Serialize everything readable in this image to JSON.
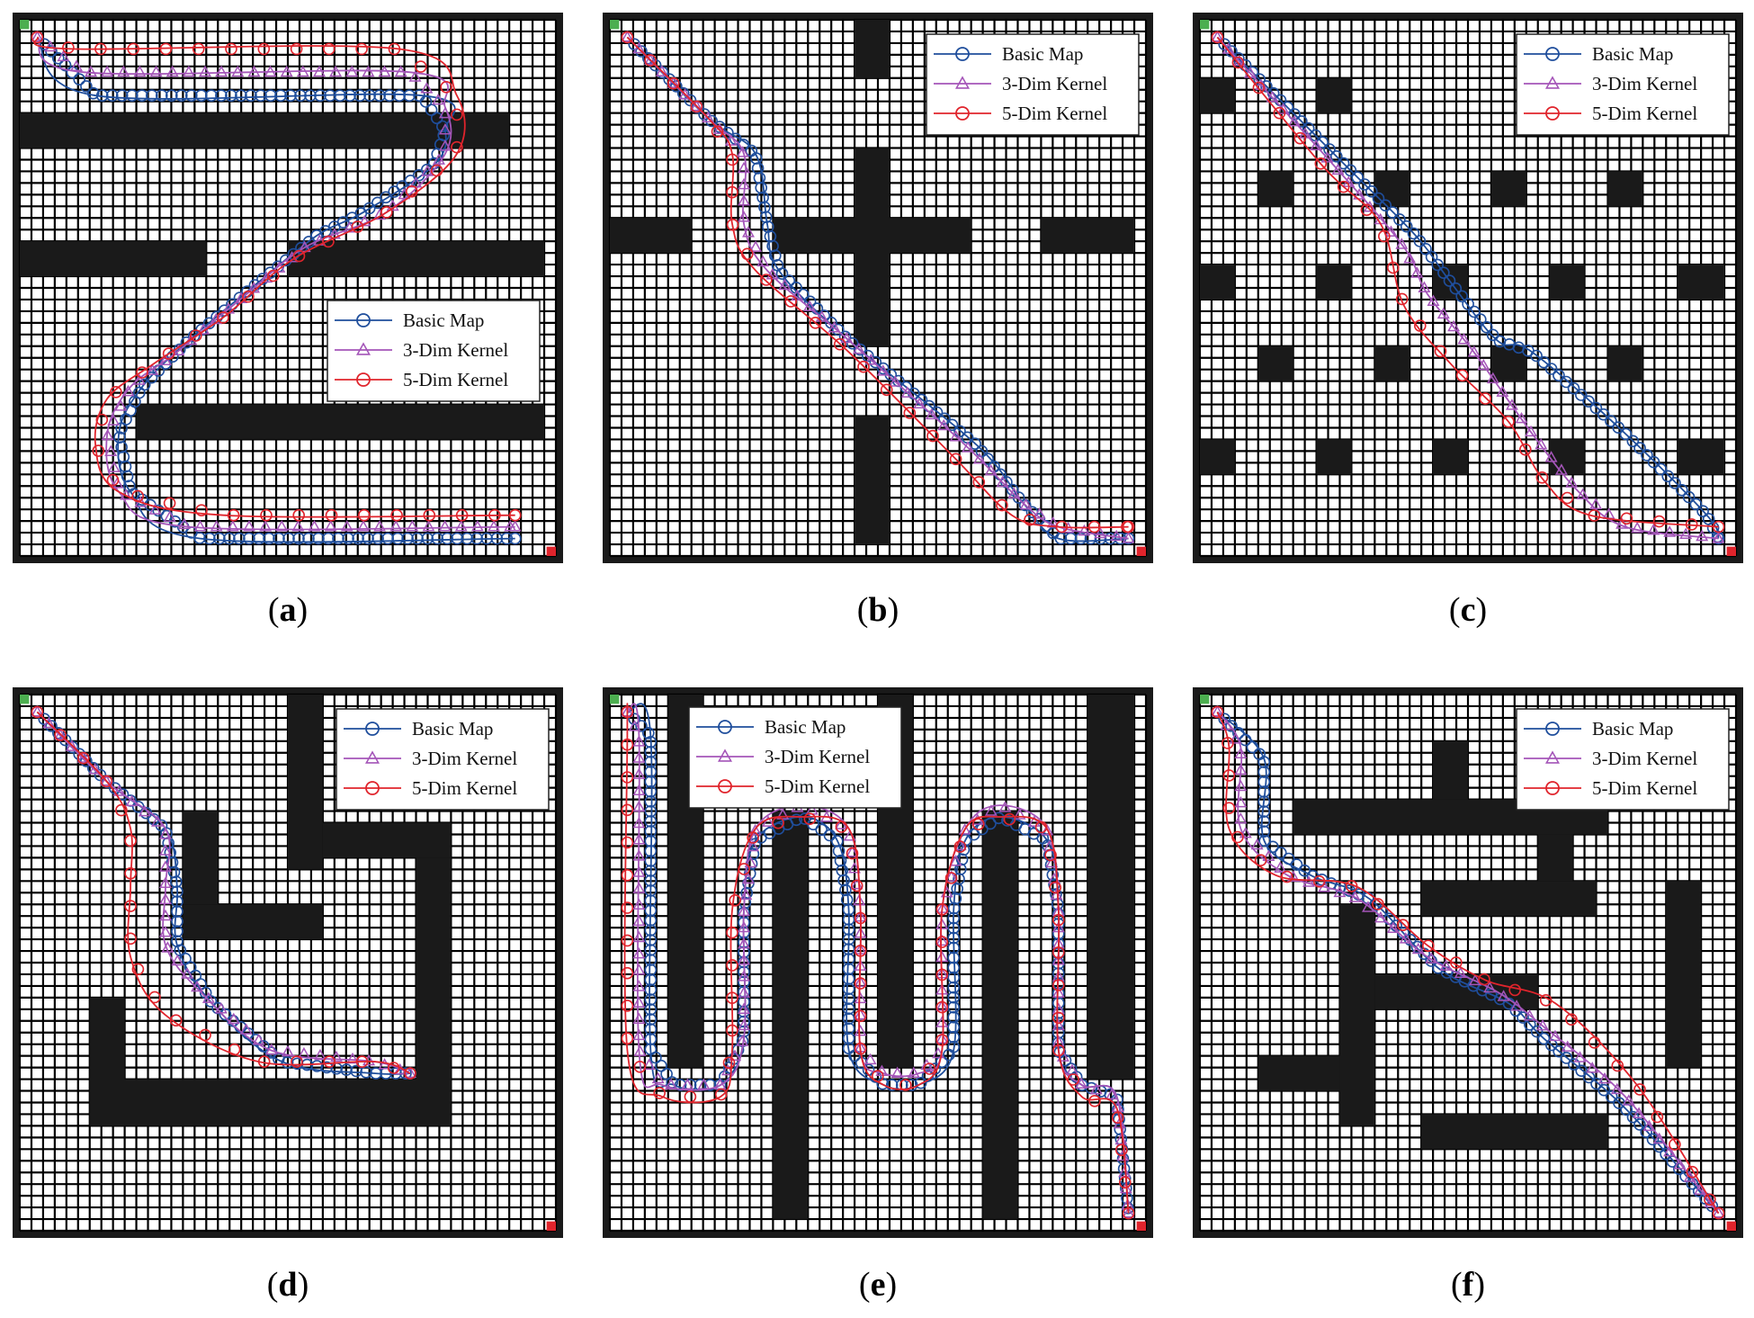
{
  "legend": [
    "Basic Map",
    "3-Dim Kernel",
    "5-Dim Kernel"
  ],
  "colors": {
    "basic": "#1f4e9c",
    "k3": "#a455b8",
    "k5": "#e0242c",
    "obstacle": "#1a1a1a",
    "grid": "#000000",
    "start": "#4caf50",
    "goal": "#e0242c"
  },
  "panels": [
    {
      "label": "a",
      "obstacles": [
        [
          0,
          8,
          42,
          11
        ],
        [
          0,
          19,
          16,
          22
        ],
        [
          23,
          19,
          45,
          22
        ],
        [
          10,
          33,
          45,
          36
        ]
      ],
      "basic": [
        [
          1,
          1
        ],
        [
          6,
          6
        ],
        [
          34,
          6
        ],
        [
          36,
          9
        ],
        [
          35,
          12
        ],
        [
          29,
          16
        ],
        [
          25,
          18
        ],
        [
          20,
          22
        ],
        [
          14,
          27
        ],
        [
          10,
          31
        ],
        [
          8,
          35
        ],
        [
          9,
          40
        ],
        [
          15,
          44
        ],
        [
          42,
          44
        ]
      ],
      "k3": [
        [
          1,
          1
        ],
        [
          5,
          4
        ],
        [
          33,
          4
        ],
        [
          36,
          7
        ],
        [
          36,
          11
        ],
        [
          31,
          16
        ],
        [
          24,
          19
        ],
        [
          19,
          23
        ],
        [
          13,
          28
        ],
        [
          9,
          31
        ],
        [
          7,
          35
        ],
        [
          8,
          40
        ],
        [
          14,
          43
        ],
        [
          42,
          43
        ]
      ],
      "k5": [
        [
          1,
          1
        ],
        [
          4,
          2
        ],
        [
          32,
          2
        ],
        [
          37,
          6
        ],
        [
          37,
          11
        ],
        [
          31,
          16
        ],
        [
          23,
          20
        ],
        [
          17,
          25
        ],
        [
          11,
          29
        ],
        [
          7,
          32
        ],
        [
          6,
          36
        ],
        [
          8,
          40
        ],
        [
          17,
          42
        ],
        [
          42,
          42
        ]
      ],
      "legend_pos": "middle-right"
    },
    {
      "label": "b",
      "obstacles": [
        [
          21,
          0,
          24,
          5
        ],
        [
          21,
          11,
          24,
          28
        ],
        [
          0,
          17,
          7,
          20
        ],
        [
          14,
          17,
          31,
          20
        ],
        [
          37,
          17,
          45,
          20
        ],
        [
          21,
          34,
          24,
          45
        ]
      ],
      "basic": [
        [
          1,
          1
        ],
        [
          8,
          8
        ],
        [
          12,
          11
        ],
        [
          13,
          17
        ],
        [
          14,
          21
        ],
        [
          20,
          27
        ],
        [
          31,
          36
        ],
        [
          35,
          41
        ],
        [
          38,
          44
        ],
        [
          44,
          44
        ]
      ],
      "k3": [
        [
          1,
          1
        ],
        [
          8,
          8
        ],
        [
          11,
          11
        ],
        [
          11,
          17
        ],
        [
          13,
          21
        ],
        [
          20,
          27
        ],
        [
          30,
          36
        ],
        [
          35,
          41
        ],
        [
          38,
          43
        ],
        [
          44,
          44
        ]
      ],
      "k5": [
        [
          1,
          1
        ],
        [
          8,
          8
        ],
        [
          10,
          11
        ],
        [
          10,
          17
        ],
        [
          12,
          21
        ],
        [
          20,
          28
        ],
        [
          29,
          37
        ],
        [
          34,
          42
        ],
        [
          38,
          43
        ],
        [
          44,
          43
        ]
      ],
      "legend_pos": "top-right"
    },
    {
      "label": "c",
      "obstacles": [
        [
          0,
          5,
          3,
          8
        ],
        [
          10,
          5,
          13,
          8
        ],
        [
          41,
          5,
          45,
          8
        ],
        [
          5,
          13,
          8,
          16
        ],
        [
          15,
          13,
          18,
          16
        ],
        [
          25,
          13,
          28,
          16
        ],
        [
          35,
          13,
          38,
          16
        ],
        [
          0,
          21,
          3,
          24
        ],
        [
          10,
          21,
          13,
          24
        ],
        [
          20,
          21,
          23,
          24
        ],
        [
          30,
          21,
          33,
          24
        ],
        [
          41,
          21,
          45,
          24
        ],
        [
          5,
          28,
          8,
          31
        ],
        [
          15,
          28,
          18,
          31
        ],
        [
          25,
          28,
          28,
          31
        ],
        [
          35,
          28,
          38,
          31
        ],
        [
          0,
          36,
          3,
          39
        ],
        [
          10,
          36,
          13,
          39
        ],
        [
          20,
          36,
          23,
          39
        ],
        [
          30,
          36,
          33,
          39
        ],
        [
          41,
          36,
          45,
          39
        ]
      ],
      "basic": [
        [
          1,
          1
        ],
        [
          12,
          12
        ],
        [
          18,
          18
        ],
        [
          21,
          22
        ],
        [
          25,
          27
        ],
        [
          28,
          28
        ],
        [
          36,
          35
        ],
        [
          43,
          42
        ],
        [
          44,
          44
        ]
      ],
      "k3": [
        [
          1,
          1
        ],
        [
          11,
          12
        ],
        [
          17,
          19
        ],
        [
          19,
          23
        ],
        [
          23,
          28
        ],
        [
          28,
          35
        ],
        [
          32,
          40
        ],
        [
          36,
          43
        ],
        [
          44,
          44
        ]
      ],
      "k5": [
        [
          1,
          1
        ],
        [
          10,
          12
        ],
        [
          15,
          17
        ],
        [
          17,
          24
        ],
        [
          21,
          29
        ],
        [
          26,
          34
        ],
        [
          29,
          39
        ],
        [
          33,
          42
        ],
        [
          44,
          43
        ]
      ],
      "legend_pos": "top-right"
    },
    {
      "label": "d",
      "obstacles": [
        [
          23,
          0,
          26,
          15
        ],
        [
          14,
          10,
          17,
          18
        ],
        [
          14,
          18,
          26,
          21
        ],
        [
          26,
          11,
          37,
          14
        ],
        [
          34,
          14,
          37,
          37
        ],
        [
          6,
          26,
          9,
          37
        ],
        [
          6,
          33,
          37,
          37
        ]
      ],
      "basic": [
        [
          1,
          1
        ],
        [
          7,
          7
        ],
        [
          12,
          11
        ],
        [
          13,
          16
        ],
        [
          13,
          21
        ],
        [
          16,
          26
        ],
        [
          22,
          31
        ],
        [
          30,
          32
        ],
        [
          33,
          32
        ]
      ],
      "k3": [
        [
          1,
          1
        ],
        [
          7,
          7
        ],
        [
          12,
          11
        ],
        [
          12,
          16
        ],
        [
          12,
          21
        ],
        [
          15,
          25
        ],
        [
          21,
          30
        ],
        [
          30,
          31
        ],
        [
          33,
          32
        ]
      ],
      "k5": [
        [
          1,
          1
        ],
        [
          7,
          7
        ],
        [
          9,
          11
        ],
        [
          9,
          16
        ],
        [
          9,
          22
        ],
        [
          12,
          27
        ],
        [
          20,
          31
        ],
        [
          30,
          31
        ],
        [
          33,
          32
        ]
      ],
      "legend_pos": "top-right"
    },
    {
      "label": "e",
      "obstacles": [
        [
          5,
          0,
          8,
          32
        ],
        [
          14,
          10,
          17,
          45
        ],
        [
          23,
          0,
          26,
          32
        ],
        [
          32,
          10,
          35,
          45
        ],
        [
          41,
          0,
          45,
          33
        ]
      ],
      "basic": [
        [
          1,
          1
        ],
        [
          3,
          3
        ],
        [
          3,
          30
        ],
        [
          5,
          33
        ],
        [
          9,
          33
        ],
        [
          11,
          29
        ],
        [
          11,
          18
        ],
        [
          12,
          12
        ],
        [
          16,
          10
        ],
        [
          19,
          12
        ],
        [
          20,
          18
        ],
        [
          20,
          30
        ],
        [
          23,
          33
        ],
        [
          26,
          33
        ],
        [
          29,
          30
        ],
        [
          29,
          18
        ],
        [
          30,
          12
        ],
        [
          33,
          10
        ],
        [
          37,
          12
        ],
        [
          38,
          18
        ],
        [
          38,
          30
        ],
        [
          40,
          33
        ],
        [
          43,
          34
        ],
        [
          44,
          44
        ]
      ],
      "k3": [
        [
          1,
          1
        ],
        [
          2,
          3
        ],
        [
          2,
          30
        ],
        [
          4,
          33
        ],
        [
          9,
          33
        ],
        [
          11,
          29
        ],
        [
          11,
          18
        ],
        [
          12,
          11
        ],
        [
          16,
          9
        ],
        [
          20,
          11
        ],
        [
          21,
          18
        ],
        [
          21,
          30
        ],
        [
          23,
          32
        ],
        [
          26,
          32
        ],
        [
          28,
          30
        ],
        [
          28,
          18
        ],
        [
          30,
          11
        ],
        [
          33,
          9
        ],
        [
          37,
          11
        ],
        [
          38,
          18
        ],
        [
          38,
          30
        ],
        [
          40,
          33
        ],
        [
          43,
          34
        ],
        [
          44,
          44
        ]
      ],
      "k5": [
        [
          1,
          1
        ],
        [
          1,
          3
        ],
        [
          1,
          30
        ],
        [
          4,
          34
        ],
        [
          9,
          34
        ],
        [
          10,
          30
        ],
        [
          10,
          18
        ],
        [
          12,
          11
        ],
        [
          16,
          10
        ],
        [
          20,
          11
        ],
        [
          21,
          18
        ],
        [
          21,
          30
        ],
        [
          23,
          33
        ],
        [
          26,
          33
        ],
        [
          28,
          30
        ],
        [
          28,
          18
        ],
        [
          30,
          11
        ],
        [
          33,
          10
        ],
        [
          37,
          11
        ],
        [
          38,
          18
        ],
        [
          38,
          30
        ],
        [
          40,
          34
        ],
        [
          43,
          35
        ],
        [
          44,
          44
        ]
      ],
      "legend_pos": "top-left"
    },
    {
      "label": "f",
      "obstacles": [
        [
          20,
          4,
          23,
          9
        ],
        [
          8,
          9,
          35,
          12
        ],
        [
          29,
          12,
          32,
          16
        ],
        [
          19,
          16,
          34,
          19
        ],
        [
          12,
          18,
          15,
          37
        ],
        [
          15,
          24,
          29,
          27
        ],
        [
          5,
          31,
          12,
          34
        ],
        [
          40,
          16,
          43,
          32
        ],
        [
          19,
          36,
          35,
          39
        ]
      ],
      "basic": [
        [
          1,
          1
        ],
        [
          5,
          5
        ],
        [
          5,
          12
        ],
        [
          9,
          15
        ],
        [
          14,
          17
        ],
        [
          20,
          23
        ],
        [
          26,
          26
        ],
        [
          29,
          29
        ],
        [
          36,
          35
        ],
        [
          44,
          44
        ]
      ],
      "k3": [
        [
          1,
          1
        ],
        [
          3,
          4
        ],
        [
          3,
          11
        ],
        [
          7,
          15
        ],
        [
          13,
          17
        ],
        [
          19,
          22
        ],
        [
          25,
          25
        ],
        [
          29,
          28
        ],
        [
          36,
          34
        ],
        [
          44,
          44
        ]
      ],
      "k5": [
        [
          1,
          1
        ],
        [
          2,
          4
        ],
        [
          2,
          11
        ],
        [
          6,
          15
        ],
        [
          13,
          16
        ],
        [
          19,
          21
        ],
        [
          24,
          24
        ],
        [
          30,
          26
        ],
        [
          37,
          33
        ],
        [
          44,
          44
        ]
      ],
      "legend_pos": "top-right"
    }
  ]
}
